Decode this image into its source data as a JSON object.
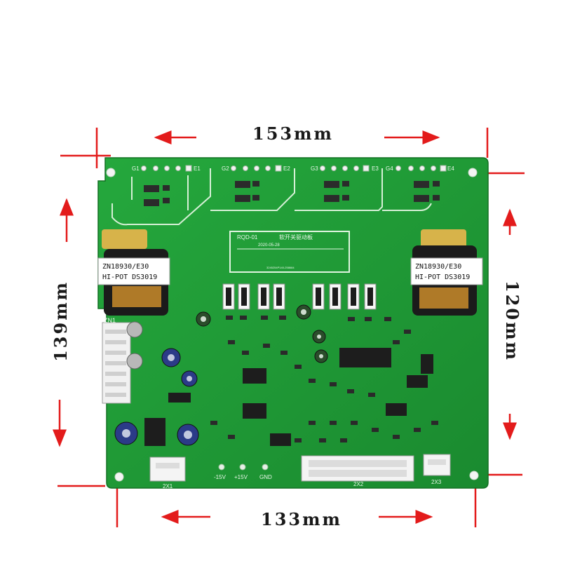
{
  "dimensions": {
    "top": "153mm",
    "bottom": "133mm",
    "left": "139mm",
    "right": "120mm"
  },
  "board": {
    "model": "RQD-01",
    "name_cn": "软开关驱动板",
    "date": "2020-05-28",
    "serial": "3245254P140-258684",
    "transformer_left_l1": "ZN18930/E30",
    "transformer_left_l2": "HI-POT DS3019",
    "transformer_right_l1": "ZN18930/E30",
    "transformer_right_l2": "HI-POT DS3019",
    "connector_zn1": "ZN1",
    "power_labels": [
      "-15V",
      "+15V",
      "GND"
    ],
    "connectors": [
      "2X1",
      "2X2",
      "2X3"
    ],
    "gate_labels": [
      "G1",
      "E1",
      "G2",
      "E2",
      "G3",
      "E3",
      "G4",
      "E4"
    ]
  },
  "colors": {
    "board": "#1f9a35",
    "arrow": "#e31b1b"
  }
}
